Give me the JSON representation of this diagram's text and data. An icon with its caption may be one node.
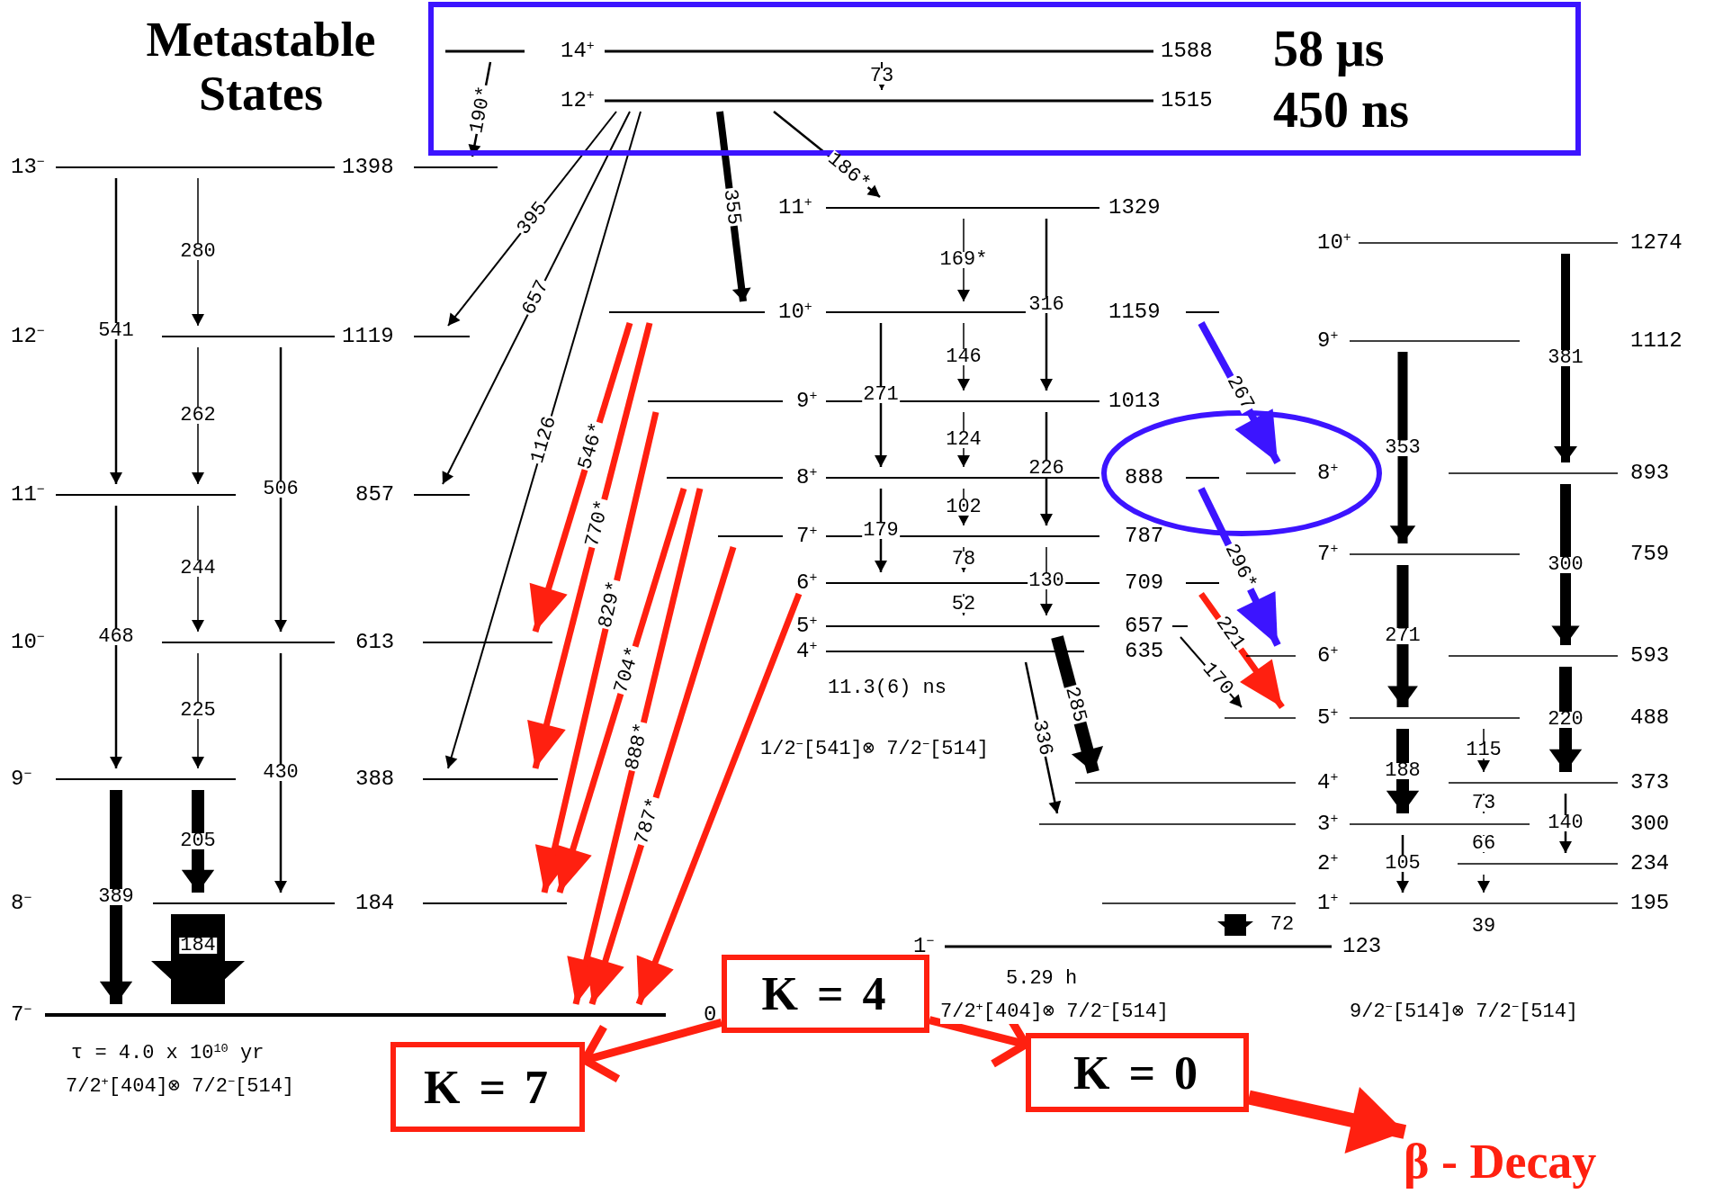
{
  "diagram": {
    "title": "Metastable States",
    "nodes": [
      {
        "text": [
          "58 μs",
          "450 ns"
        ]
      },
      {
        "text": [
          "14$^{+}$",
          "1588"
        ],
        "in": 0
      },
      {
        "text": [
          "12$^{+}$",
          "1515"
        ],
        "in": 0
      },
      {
        "text": [
          "13$^{−}$",
          "1398"
        ]
      },
      {
        "text": [
          "12$^{−}$",
          "1119"
        ]
      },
      {
        "text": [
          "11$^{−}$",
          "857"
        ]
      },
      {
        "text": [
          "10$^{−}$",
          "613"
        ]
      },
      {
        "text": [
          "9$^{−}$",
          "388"
        ]
      },
      {
        "text": [
          "8$^{−}$",
          "184"
        ]
      },
      {
        "text": [
          "7$^{−}$",
          "0"
        ],
        "beside": [
          "τ = 4.0 x 10$^{10}$ yr",
          "7/2$^{+}$[404]⊗ 7/2$^{−}$[514]"
        ]
      },
      {
        "text": [
          "11$^{+}$",
          "1329"
        ]
      },
      {
        "text": [
          "10$^{+}$",
          "1159"
        ]
      },
      {
        "text": [
          "9$^{+}$",
          "1013"
        ]
      },
      {
        "text": [
          "8$^{+}$",
          "888"
        ]
      },
      {
        "text": [
          "7$^{+}$",
          "787"
        ]
      },
      {
        "text": [
          "6$^{+}$",
          "709"
        ]
      },
      {
        "text": [
          "5$^{+}$",
          "657"
        ]
      },
      {
        "text": [
          "4$^{+}$",
          "635"
        ],
        "beside": [
          "11.3(6) ns",
          "1/2$^{−}$[541]⊗ 7/2$^{−}$[514]"
        ]
      },
      {
        "text": [
          "10$^{+}$",
          "1274"
        ]
      },
      {
        "text": [
          "9$^{+}$",
          "1112"
        ]
      },
      {
        "text": [
          "8$^{+}$",
          "893"
        ]
      },
      {
        "text": [
          "7$^{+}$",
          "759"
        ]
      },
      {
        "text": [
          "6$^{+}$",
          "593"
        ]
      },
      {
        "text": [
          "5$^{+}$",
          "488"
        ]
      },
      {
        "text": [
          "4$^{+}$",
          "373"
        ]
      },
      {
        "text": [
          "3$^{+}$",
          "300"
        ]
      },
      {
        "text": [
          "2$^{+}$",
          "234"
        ]
      },
      {
        "text": [
          "1$^{+}$",
          "195"
        ]
      },
      {
        "text": [
          "1$^{−}$",
          "123"
        ],
        "beside": [
          "5.29 h",
          "7/2$^{+}$[404]⊗ 7/2$^{−}$[514]"
        ]
      },
      {
        "text": [
          "K = 7"
        ]
      },
      {
        "text": [
          "K = 4"
        ]
      },
      {
        "text": [
          "K = 0"
        ]
      },
      {
        "text": [
          "β - Decay"
        ]
      }
    ],
    "edges": [
      {
        "from": 1,
        "to": 2,
        "arrow": "to",
        "label": "73"
      },
      {
        "from": 1,
        "to": 3,
        "arrow": "to",
        "label": "190*"
      },
      {
        "from": 2,
        "to": 4,
        "arrow": "to",
        "label": "395"
      },
      {
        "from": 2,
        "to": 5,
        "arrow": "to",
        "label": "657"
      },
      {
        "from": 2,
        "to": 7,
        "arrow": "to",
        "label": "1126"
      },
      {
        "from": 2,
        "to": 11,
        "arrow": "to",
        "label": "355",
        "style": "thick"
      },
      {
        "from": 2,
        "to": 10,
        "arrow": "to",
        "label": "186*"
      },
      {
        "from": 3,
        "to": 5,
        "arrow": "to",
        "label": "541"
      },
      {
        "from": 3,
        "to": 4,
        "arrow": "to",
        "label": "280"
      },
      {
        "from": 4,
        "to": 5,
        "arrow": "to",
        "label": "262"
      },
      {
        "from": 4,
        "to": 6,
        "arrow": "to",
        "label": "506"
      },
      {
        "from": 5,
        "to": 6,
        "arrow": "to",
        "label": "244"
      },
      {
        "from": 5,
        "to": 7,
        "arrow": "to",
        "label": "468"
      },
      {
        "from": 6,
        "to": 7,
        "arrow": "to",
        "label": "225"
      },
      {
        "from": 6,
        "to": 8,
        "arrow": "to",
        "label": "430"
      },
      {
        "from": 7,
        "to": 8,
        "arrow": "to",
        "label": "205",
        "style": "thick"
      },
      {
        "from": 7,
        "to": 9,
        "arrow": "to",
        "label": "389",
        "style": "thick"
      },
      {
        "from": 8,
        "to": 9,
        "arrow": "to",
        "label": "184",
        "style": "thick"
      },
      {
        "from": 10,
        "to": 11,
        "arrow": "to",
        "label": "169*"
      },
      {
        "from": 10,
        "to": 12,
        "arrow": "to",
        "label": "316"
      },
      {
        "from": 11,
        "to": 12,
        "arrow": "to",
        "label": "146"
      },
      {
        "from": 11,
        "to": 13,
        "arrow": "to",
        "label": "271"
      },
      {
        "from": 12,
        "to": 13,
        "arrow": "to",
        "label": "124"
      },
      {
        "from": 12,
        "to": 14,
        "arrow": "to",
        "label": "226"
      },
      {
        "from": 13,
        "to": 14,
        "arrow": "to",
        "label": "102"
      },
      {
        "from": 13,
        "to": 15,
        "arrow": "to",
        "label": "179"
      },
      {
        "from": 14,
        "to": 15,
        "arrow": "to",
        "label": "78"
      },
      {
        "from": 14,
        "to": 16,
        "arrow": "to",
        "label": "130"
      },
      {
        "from": 15,
        "to": 16,
        "arrow": "to",
        "label": "52"
      },
      {
        "from": 16,
        "to": 24,
        "arrow": "to",
        "label": "285",
        "style": "thick"
      },
      {
        "from": 17,
        "to": 25,
        "arrow": "to",
        "label": "336"
      },
      {
        "from": 11,
        "to": 6,
        "arrow": "to",
        "label": "546*",
        "style": "thick",
        "color": "#ff2010"
      },
      {
        "from": 11,
        "to": 7,
        "arrow": "to",
        "label": "770*",
        "style": "thick",
        "color": "#ff2010"
      },
      {
        "from": 12,
        "to": 8,
        "arrow": "to",
        "label": "829*",
        "style": "thick",
        "color": "#ff2010"
      },
      {
        "from": 13,
        "to": 8,
        "arrow": "to",
        "label": "704*",
        "style": "thick",
        "color": "#ff2010"
      },
      {
        "from": 13,
        "to": 9,
        "arrow": "to",
        "label": "888*",
        "style": "thick",
        "color": "#ff2010"
      },
      {
        "from": 14,
        "to": 9,
        "arrow": "to",
        "label": "787*",
        "style": "thick",
        "color": "#ff2010"
      },
      {
        "from": 15,
        "to": 9,
        "arrow": "to",
        "style": "thick",
        "color": "#ff2010"
      },
      {
        "from": 11,
        "to": 20,
        "arrow": "to",
        "label": "267",
        "style": "thick",
        "color": "#3c14ff"
      },
      {
        "from": 13,
        "to": 22,
        "arrow": "to",
        "label": "296*",
        "style": "thick",
        "color": "#3c14ff"
      },
      {
        "from": 15,
        "to": 23,
        "arrow": "to",
        "label": "221",
        "style": "thick",
        "color": "#ff2010"
      },
      {
        "from": 16,
        "to": 23,
        "arrow": "to",
        "label": "170"
      },
      {
        "from": 18,
        "to": 20,
        "arrow": "to",
        "label": "381",
        "style": "thick"
      },
      {
        "from": 19,
        "to": 21,
        "arrow": "to",
        "label": "353",
        "style": "thick"
      },
      {
        "from": 20,
        "to": 22,
        "arrow": "to",
        "label": "300",
        "style": "thick"
      },
      {
        "from": 21,
        "to": 23,
        "arrow": "to",
        "label": "271",
        "style": "thick"
      },
      {
        "from": 22,
        "to": 24,
        "arrow": "to",
        "label": "220",
        "style": "thick"
      },
      {
        "from": 23,
        "to": 25,
        "arrow": "to",
        "label": "188",
        "style": "thick"
      },
      {
        "from": 23,
        "to": 24,
        "arrow": "to",
        "label": "115"
      },
      {
        "from": 24,
        "to": 26,
        "arrow": "to",
        "label": "140"
      },
      {
        "from": 24,
        "to": 25,
        "arrow": "to",
        "label": "73"
      },
      {
        "from": 25,
        "to": 27,
        "arrow": "to",
        "label": "105"
      },
      {
        "from": 25,
        "to": 26,
        "arrow": "to",
        "label": "66"
      },
      {
        "from": 26,
        "to": 27,
        "arrow": "to",
        "label": "39"
      },
      {
        "from": 27,
        "to": 28,
        "arrow": "to",
        "label": "72",
        "style": "thick"
      },
      {
        "from": 30,
        "to": 29,
        "arrow": "to",
        "style": "thick",
        "color": "#ff2010"
      },
      {
        "from": 30,
        "to": 31,
        "arrow": "to",
        "style": "thick",
        "color": "#ff2010"
      },
      {
        "from": 31,
        "to": 32,
        "arrow": "to",
        "style": "thick",
        "color": "#ff2010"
      }
    ],
    "labels": [
      "9/2$^{−}$[514]⊗ 7/2$^{−}$[514]"
    ]
  }
}
